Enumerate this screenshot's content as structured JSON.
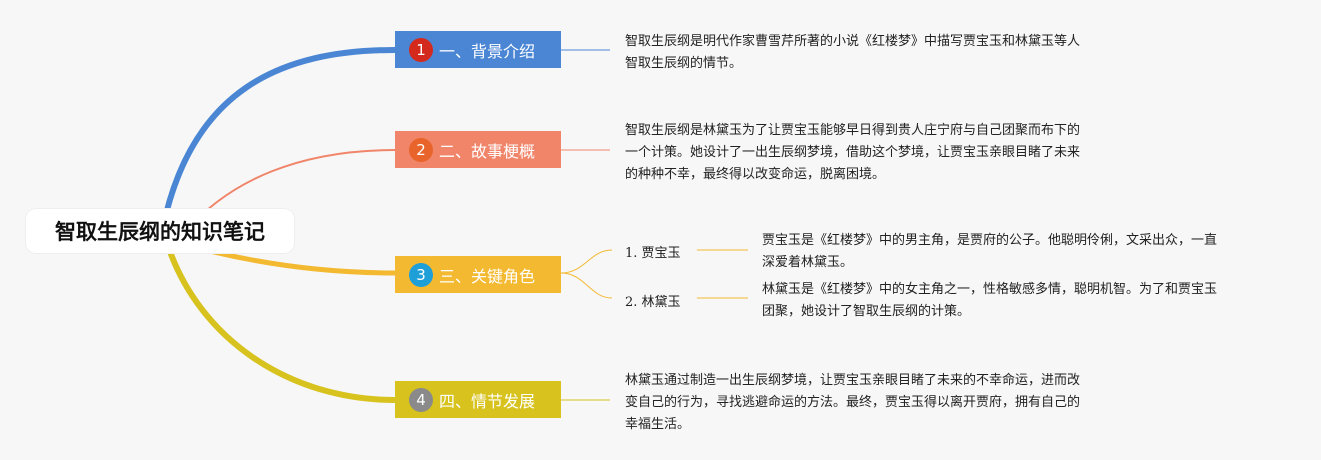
{
  "root": {
    "title": "智取生辰纲的知识笔记"
  },
  "branches": [
    {
      "badge": "1",
      "label": "一、背景介绍",
      "color": "#4a86d4",
      "badge_color": "#d42a1e",
      "note": [
        "智取生辰纲是明代作家曹雪芹所著的小说《红楼梦》中描写贾宝玉和林黛玉等人",
        "智取生辰纲的情节。"
      ]
    },
    {
      "badge": "2",
      "label": "二、故事梗概",
      "color": "#f0856a",
      "badge_color": "#e8642a",
      "note": [
        "智取生辰纲是林黛玉为了让贾宝玉能够早日得到贵人庄宁府与自己团聚而布下的",
        "一个计策。她设计了一出生辰纲梦境，借助这个梦境，让贾宝玉亲眼目睹了未来",
        "的种种不幸，最终得以改变命运，脱离困境。"
      ]
    },
    {
      "badge": "3",
      "label": "三、关键角色",
      "color": "#f3b931",
      "badge_color": "#1e9fd8",
      "children": [
        {
          "label": "1. 贾宝玉",
          "note": [
            "贾宝玉是《红楼梦》中的男主角，是贾府的公子。他聪明伶俐，文采出众，一直",
            "深爱着林黛玉。"
          ]
        },
        {
          "label": "2. 林黛玉",
          "note": [
            "林黛玉是《红楼梦》中的女主角之一，性格敏感多情，聪明机智。为了和贾宝玉",
            "团聚，她设计了智取生辰纲的计策。"
          ]
        }
      ]
    },
    {
      "badge": "4",
      "label": "四、情节发展",
      "color": "#d7c21e",
      "badge_color": "#8a8a8a",
      "note": [
        "林黛玉通过制造一出生辰纲梦境，让贾宝玉亲眼目睹了未来的不幸命运，进而改",
        "变自己的行为，寻找逃避命运的方法。最终，贾宝玉得以离开贾府，拥有自己的",
        "幸福生活。"
      ]
    }
  ]
}
